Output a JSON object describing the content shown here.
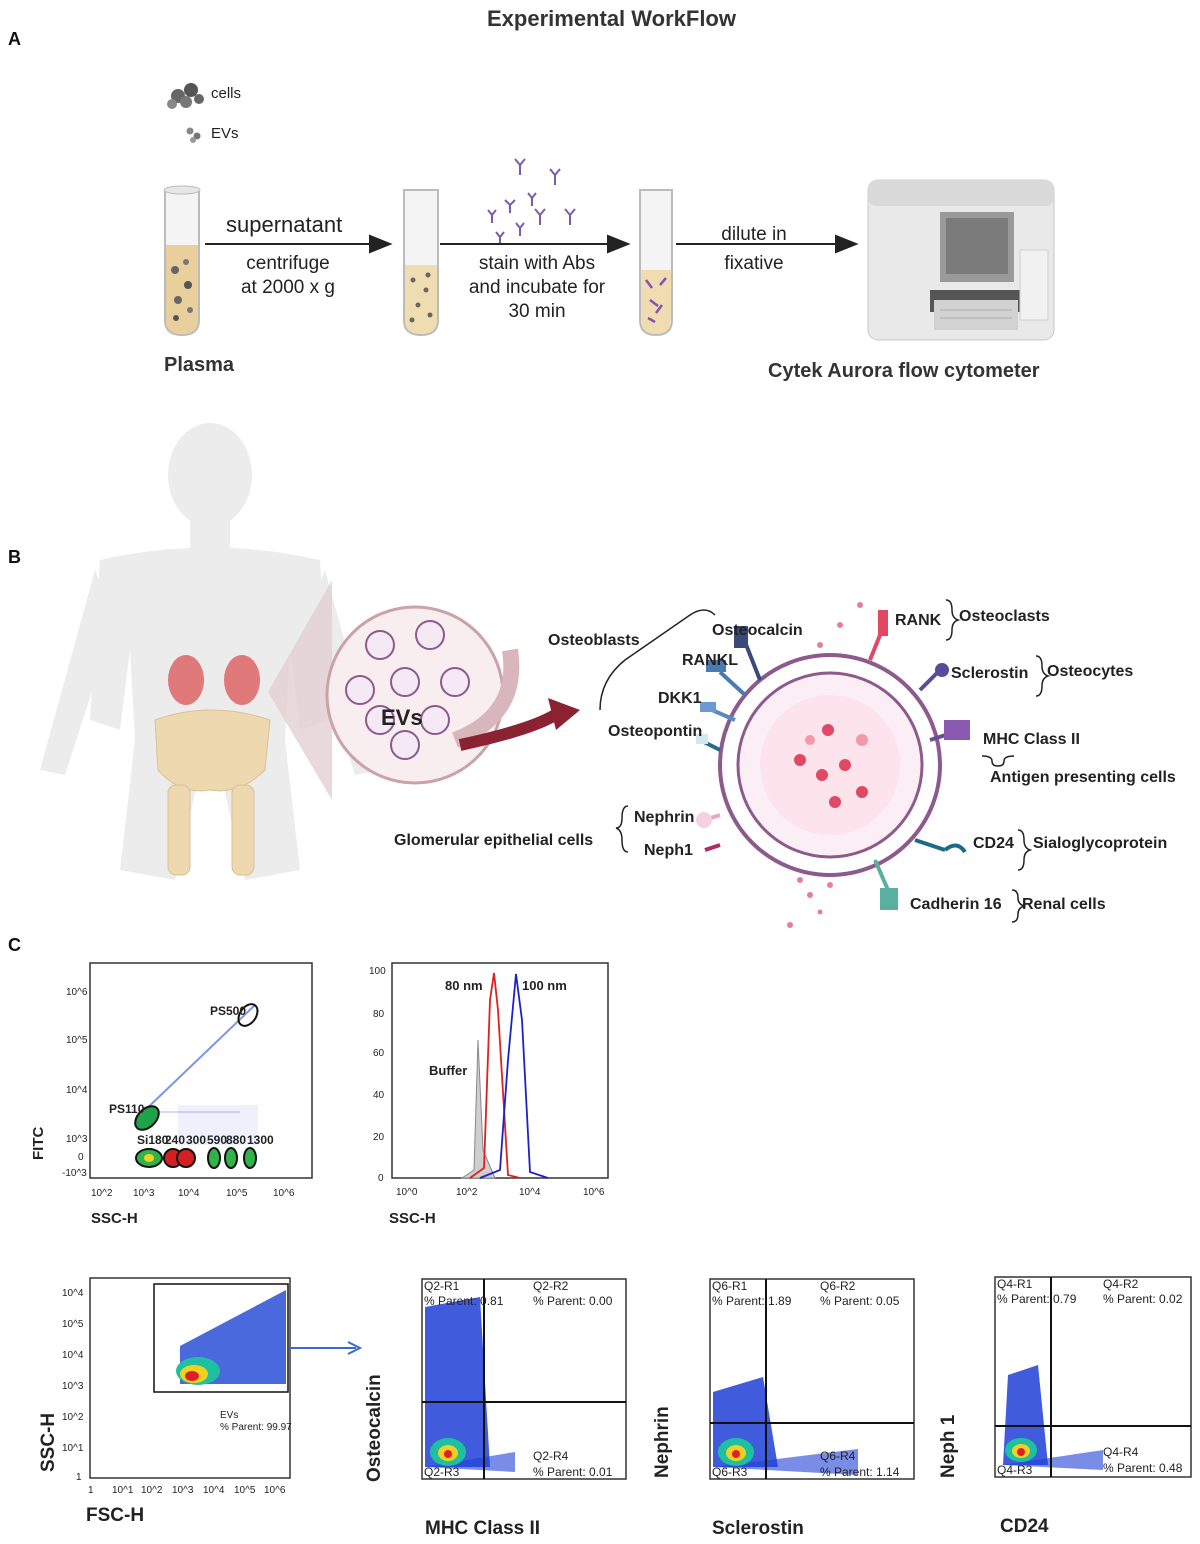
{
  "figure_title": "Experimental WorkFlow",
  "panels": {
    "a": "A",
    "b": "B",
    "c": "C"
  },
  "workflow": {
    "legend_cells": "cells",
    "legend_evs": "EVs",
    "step1_top": "supernatant",
    "step1_bottom": [
      "centrifuge",
      "at 2000 x g"
    ],
    "step2": [
      "stain with Abs",
      "and incubate for",
      "30 min"
    ],
    "step3": [
      "dilute in",
      "fixative"
    ],
    "plasma_label": "Plasma",
    "instrument_label": "Cytek Aurora flow cytometer"
  },
  "ev_diagram": {
    "circle_label": "EVs",
    "markers": [
      "Osteocalcin",
      "RANKL",
      "DKK1",
      "Osteopontin",
      "RANK",
      "Sclerostin",
      "MHC Class II",
      "Nephrin",
      "Neph1",
      "CD24",
      "Cadherin 16"
    ],
    "cell_types": {
      "osteoblasts": "Osteoblasts",
      "osteoclasts": "Osteoclasts",
      "osteocytes": "Osteocytes",
      "apc": "Antigen presenting cells",
      "glomerular": "Glomerular epithelial cells",
      "sialo": "Sialoglycoprotein",
      "renal": "Renal cells"
    }
  },
  "plots": {
    "bead_scatter": {
      "xlabel": "SSC-H",
      "ylabel": "FITC",
      "gates": [
        "PS500",
        "PS110",
        "Si180",
        "240",
        "300",
        "590",
        "880",
        "1300"
      ],
      "yticks": [
        "10^6",
        "10^5",
        "10^4",
        "10^3",
        "0",
        "-10^3"
      ],
      "xticks": [
        "10^2",
        "10^3",
        "10^4",
        "10^5",
        "10^6"
      ]
    },
    "histogram": {
      "xlabel": "SSC-H",
      "labels": [
        "80 nm",
        "100 nm",
        "Buffer"
      ],
      "yticks": [
        "100",
        "80",
        "60",
        "40",
        "20",
        "0"
      ],
      "xticks": [
        "10^0",
        "10^2",
        "10^4",
        "10^6"
      ]
    },
    "ev_gate": {
      "xlabel": "FSC-H",
      "ylabel": "SSC-H",
      "gate_name": "EVs",
      "gate_stat": "% Parent: 99.97",
      "yticks": [
        "10^4",
        "10^5",
        "10^4",
        "10^3",
        "10^2",
        "10^1",
        "1"
      ],
      "xticks": [
        "1",
        "10^1",
        "10^2",
        "10^3",
        "10^4",
        "10^5",
        "10^6"
      ]
    },
    "quadrants": [
      {
        "ylabel": "Osteocalcin",
        "xlabel": "MHC Class II",
        "q1": "Q2-R1",
        "q1v": "% Parent: 0.81",
        "q2": "Q2-R2",
        "q2v": "% Parent: 0.00",
        "q3": "Q2-R3",
        "q4": "Q2-R4",
        "q4v": "% Parent: 0.01"
      },
      {
        "ylabel": "Nephrin",
        "xlabel": "Sclerostin",
        "q1": "Q6-R1",
        "q1v": "% Parent: 1.89",
        "q2": "Q6-R2",
        "q2v": "% Parent: 0.05",
        "q3": "Q6-R3",
        "q4": "Q6-R4",
        "q4v": "% Parent: 1.14"
      },
      {
        "ylabel": "Neph 1",
        "xlabel": "CD24",
        "q1": "Q4-R1",
        "q1v": "% Parent: 0.79",
        "q2": "Q4-R2",
        "q2v": "% Parent: 0.02",
        "q3": "Q4-R3",
        "q4": "Q4-R4",
        "q4v": "% Parent: 0.48"
      }
    ]
  },
  "colors": {
    "arrow": "#222222",
    "ev_arrow": "#8b2232",
    "membrane": "#8c5a8c",
    "kidney": "#e07a7a",
    "blue_events": "#1f3fd6"
  }
}
